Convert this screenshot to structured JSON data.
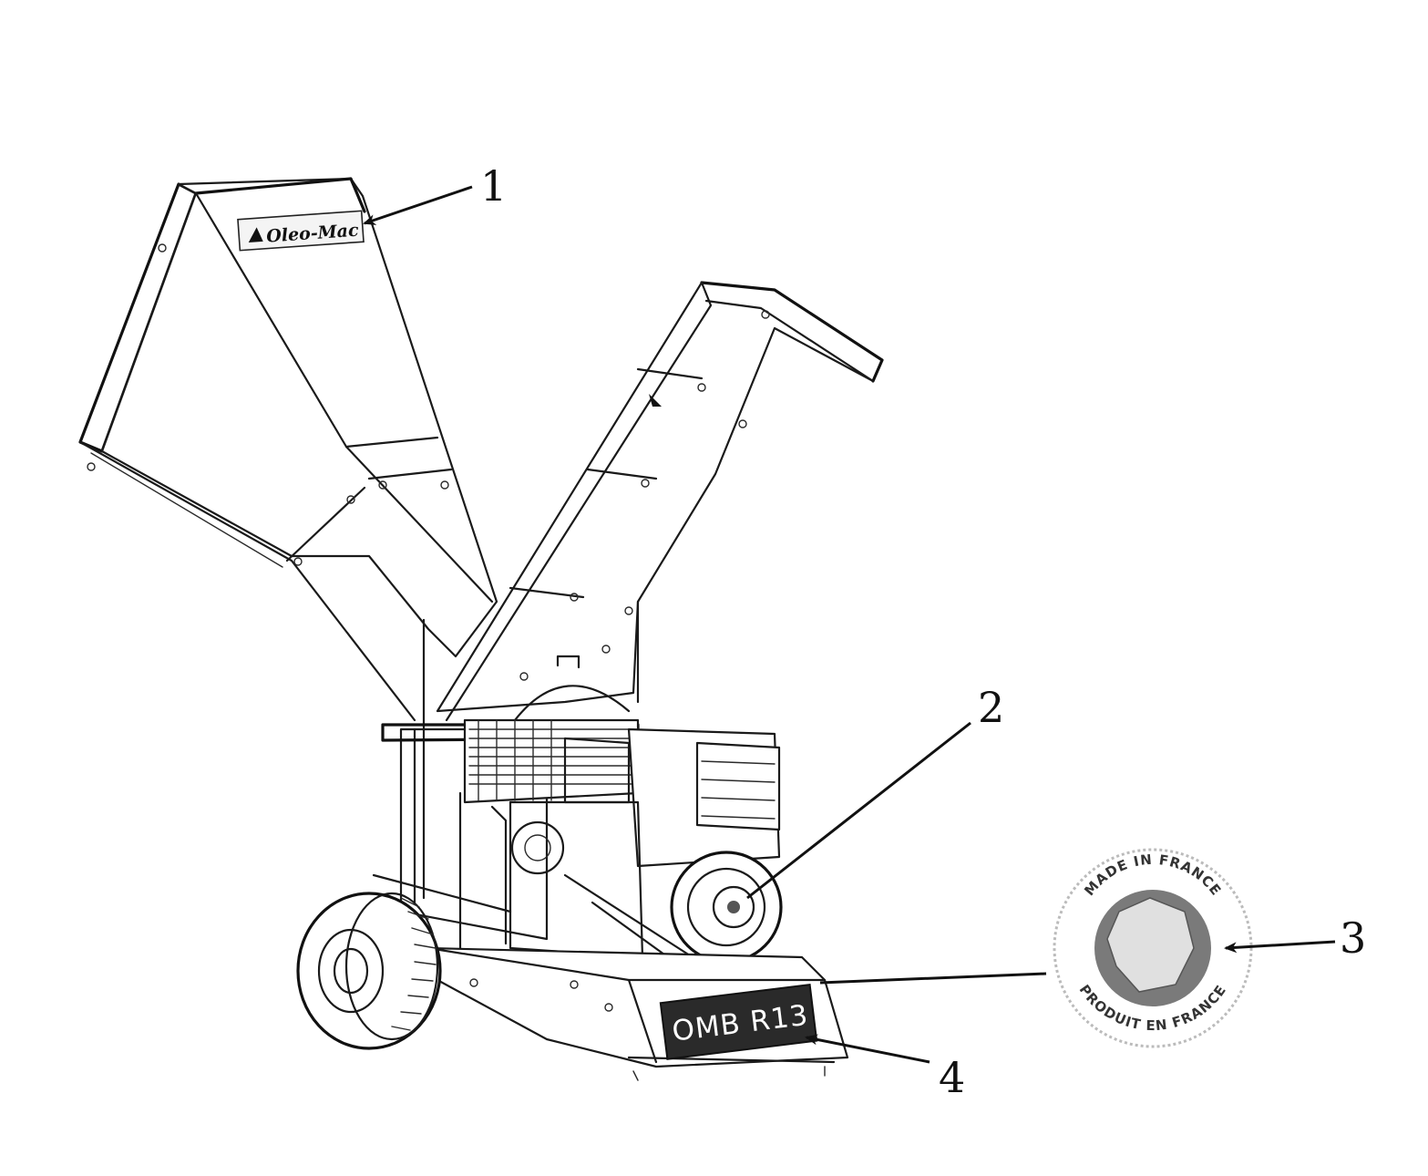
{
  "diagram": {
    "callouts": [
      {
        "id": "1",
        "label": "1"
      },
      {
        "id": "2",
        "label": "2"
      },
      {
        "id": "3",
        "label": "3"
      },
      {
        "id": "4",
        "label": "4"
      }
    ],
    "brand_plate": {
      "text": "Oleo-Mac"
    },
    "model_plate": {
      "text": "OMB R13"
    },
    "seal": {
      "top_text": "MADE IN FRANCE",
      "bottom_text": "PRODUIT EN FRANCE"
    }
  }
}
